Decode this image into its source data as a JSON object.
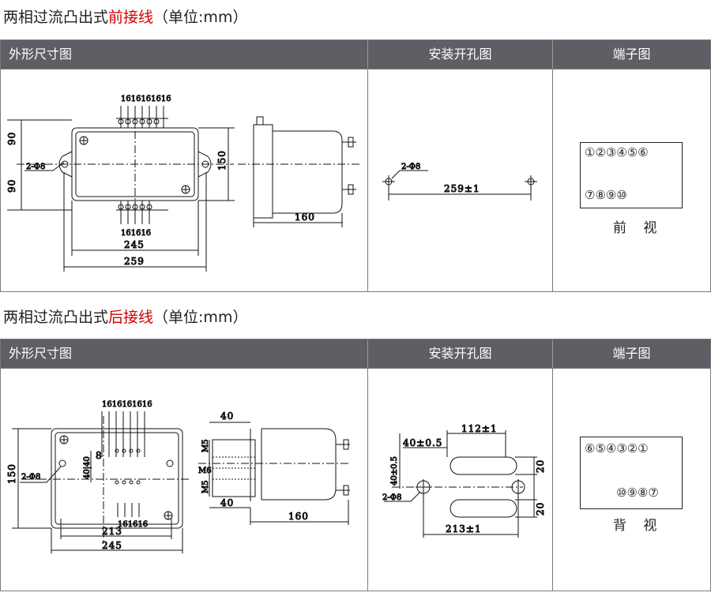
{
  "section1": {
    "title_prefix": "两相过流凸出式",
    "title_highlight": "前接线",
    "title_suffix": "（单位:mm）",
    "col_outline": "外形尺寸图",
    "col_mount": "安装开孔图",
    "col_terminal": "端子图",
    "outline_labels": {
      "top_spacing": "1616161616",
      "bottom_spacing": "161616",
      "dim_90_top": "90",
      "dim_90_bottom": "90",
      "hole": "2-Φ8",
      "dim_150": "150",
      "dim_245": "245",
      "dim_259": "259",
      "dim_160": "160"
    },
    "mount_labels": {
      "hole": "2-Φ8",
      "dim": "259±1"
    },
    "terminal_front_row1": "①②③④⑤⑥",
    "terminal_front_row2": "⑦⑧⑨⑩",
    "view_label": "前 视"
  },
  "section2": {
    "title_prefix": "两相过流凸出式",
    "title_highlight": "后接线",
    "title_suffix": "（单位:mm）",
    "col_outline": "外形尺寸图",
    "col_mount": "安装开孔图",
    "col_terminal": "端子图",
    "outline_labels": {
      "top_spacing": "1616161616",
      "bottom_spacing": "161616",
      "dim_150": "150",
      "hole": "2-Φ8",
      "dim_40_40": "40|40",
      "dim_8": "8",
      "dim_213": "213",
      "dim_245": "245",
      "dim_40_top": "40",
      "dim_40_bottom": "40",
      "dim_160": "160",
      "m5_top": "M5",
      "m6": "M6",
      "m5_bottom": "M5"
    },
    "mount_labels": {
      "dim_40_05_vertical": "40±0.5",
      "dim_112": "112±1",
      "dim_40_05": "40±0.5",
      "hole": "2-Φ8",
      "dim_213": "213±1",
      "dim_20_top": "20",
      "dim_20_bottom": "20"
    },
    "terminal_back_row1": "⑥⑤④③②①",
    "terminal_back_row2": "⑩⑨⑧⑦",
    "view_label": "背 视"
  }
}
